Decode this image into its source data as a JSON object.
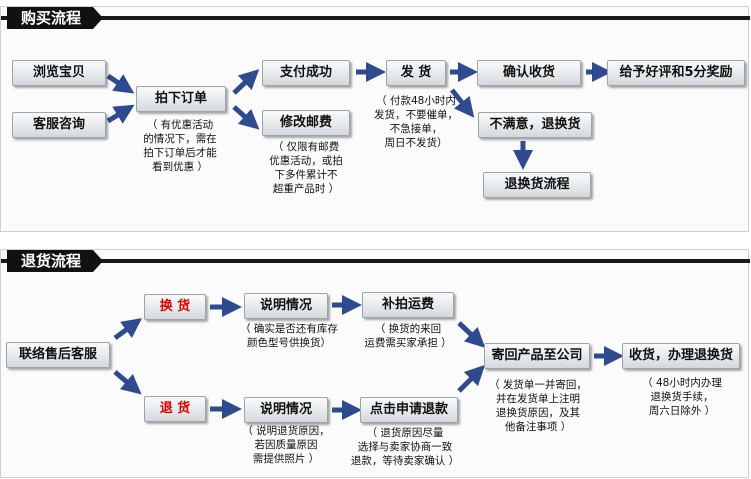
{
  "purchase": {
    "title": "购买流程",
    "nodes": {
      "browse": "浏览宝贝",
      "consult": "客服咨询",
      "order": "拍下订单",
      "paid": "支付成功",
      "modify_postage": "修改邮费",
      "ship": "发  货",
      "confirm": "确认收货",
      "review": "给予好评和5分奖励",
      "unsatisfied": "不满意，退换货",
      "return_process": "退换货流程"
    },
    "notes": {
      "order_note": [
        "（ 有优惠活动",
        "的情况下，需在",
        "拍下订单后才能",
        "看到优惠 ）"
      ],
      "modify_note": [
        "（ 仅限有邮费",
        "优惠活动，或拍",
        "下多件累计不",
        "超重产品时 ）"
      ],
      "ship_note": [
        "（ 付款48小时内",
        "发货，不要催单，",
        "不急接单，",
        "周日不发货）"
      ]
    }
  },
  "returns": {
    "title": "退货流程",
    "nodes": {
      "after_sales": "联络售后客服",
      "exchange": "换  货",
      "refund": "退  货",
      "explain_exchange": "说明情况",
      "explain_refund": "说明情况",
      "repay_shipping": "补拍运费",
      "apply_refund": "点击申请退款",
      "send_back": "寄回产品至公司",
      "receive": "收货，办理退换货"
    },
    "notes": {
      "exchange_explain_note": [
        "（ 确实是否还有库存",
        "颜色型号供换货）"
      ],
      "repay_note": [
        "（ 换货的来回",
        "运费需买家承担 ）"
      ],
      "refund_explain_note": [
        "（ 说明退货原因，",
        "若因质量原因",
        "需提供照片 ）"
      ],
      "apply_note": [
        "（ 退货原因尽量",
        "选择与卖家协商一致",
        "退款，等待卖家确认 ）"
      ],
      "send_note": [
        "（ 发货单一并寄回，",
        "并在发货单上注明",
        "退换货原因，及其",
        "他备注事项 ）"
      ],
      "receive_note": [
        "（ 48小时内办理",
        "退换货手续，",
        "周六日除外 ）"
      ]
    }
  },
  "colors": {
    "arrow": "#2e4b8f",
    "header_bg": "#111111",
    "red_text": "#e00000"
  }
}
